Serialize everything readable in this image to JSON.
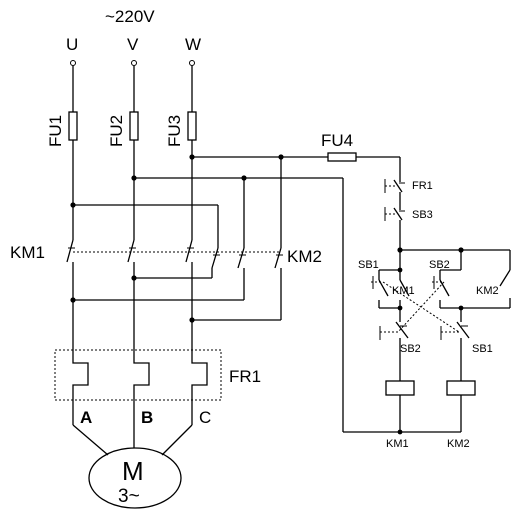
{
  "supply": {
    "voltage": "~220V"
  },
  "phases": {
    "u": "U",
    "v": "V",
    "w": "W"
  },
  "fuses": {
    "fu1": "FU1",
    "fu2": "FU2",
    "fu3": "FU3",
    "fu4": "FU4"
  },
  "contactors": {
    "km1": "KM1",
    "km2": "KM2"
  },
  "overload": {
    "fr1": "FR1"
  },
  "control": {
    "fr1": "FR1",
    "sb3": "SB3",
    "sb1_top": "SB1",
    "sb2_top": "SB2",
    "km1_aux": "KM1",
    "km2_aux": "KM2",
    "sb2_bottom": "SB2",
    "sb1_bottom": "SB1",
    "coil_km1": "KM1",
    "coil_km2": "KM2"
  },
  "motor": {
    "terminal_a": "A",
    "terminal_b": "B",
    "terminal_c": "C",
    "symbol": "M",
    "type": "3~"
  }
}
